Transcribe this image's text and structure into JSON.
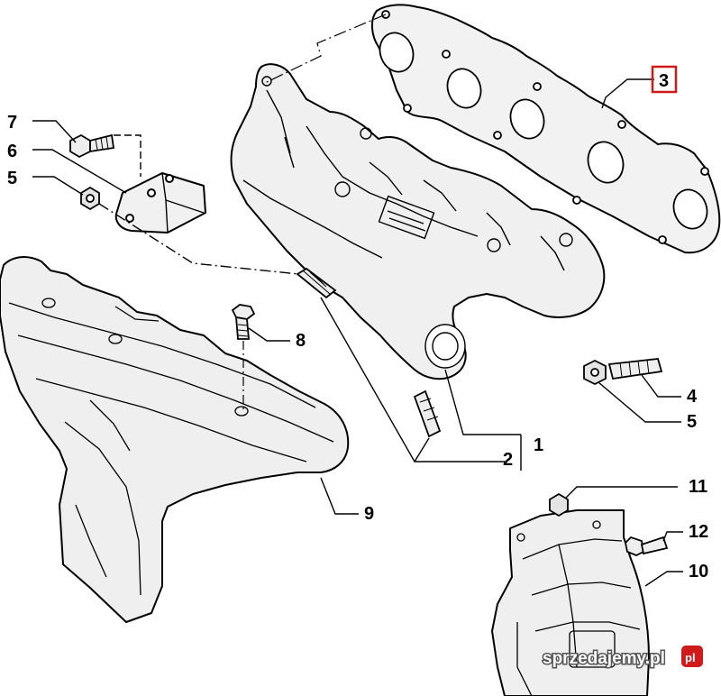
{
  "callouts": {
    "c1": "1",
    "c2": "2",
    "c3": "3",
    "c4": "4",
    "c5a": "5",
    "c5b": "5",
    "c6": "6",
    "c7": "7",
    "c8": "8",
    "c9": "9",
    "c10": "10",
    "c11": "11",
    "c12": "12"
  },
  "highlight_color": "#d11a1a",
  "watermark": {
    "text": "sprzedajemy.pl",
    "badge": "pl"
  }
}
